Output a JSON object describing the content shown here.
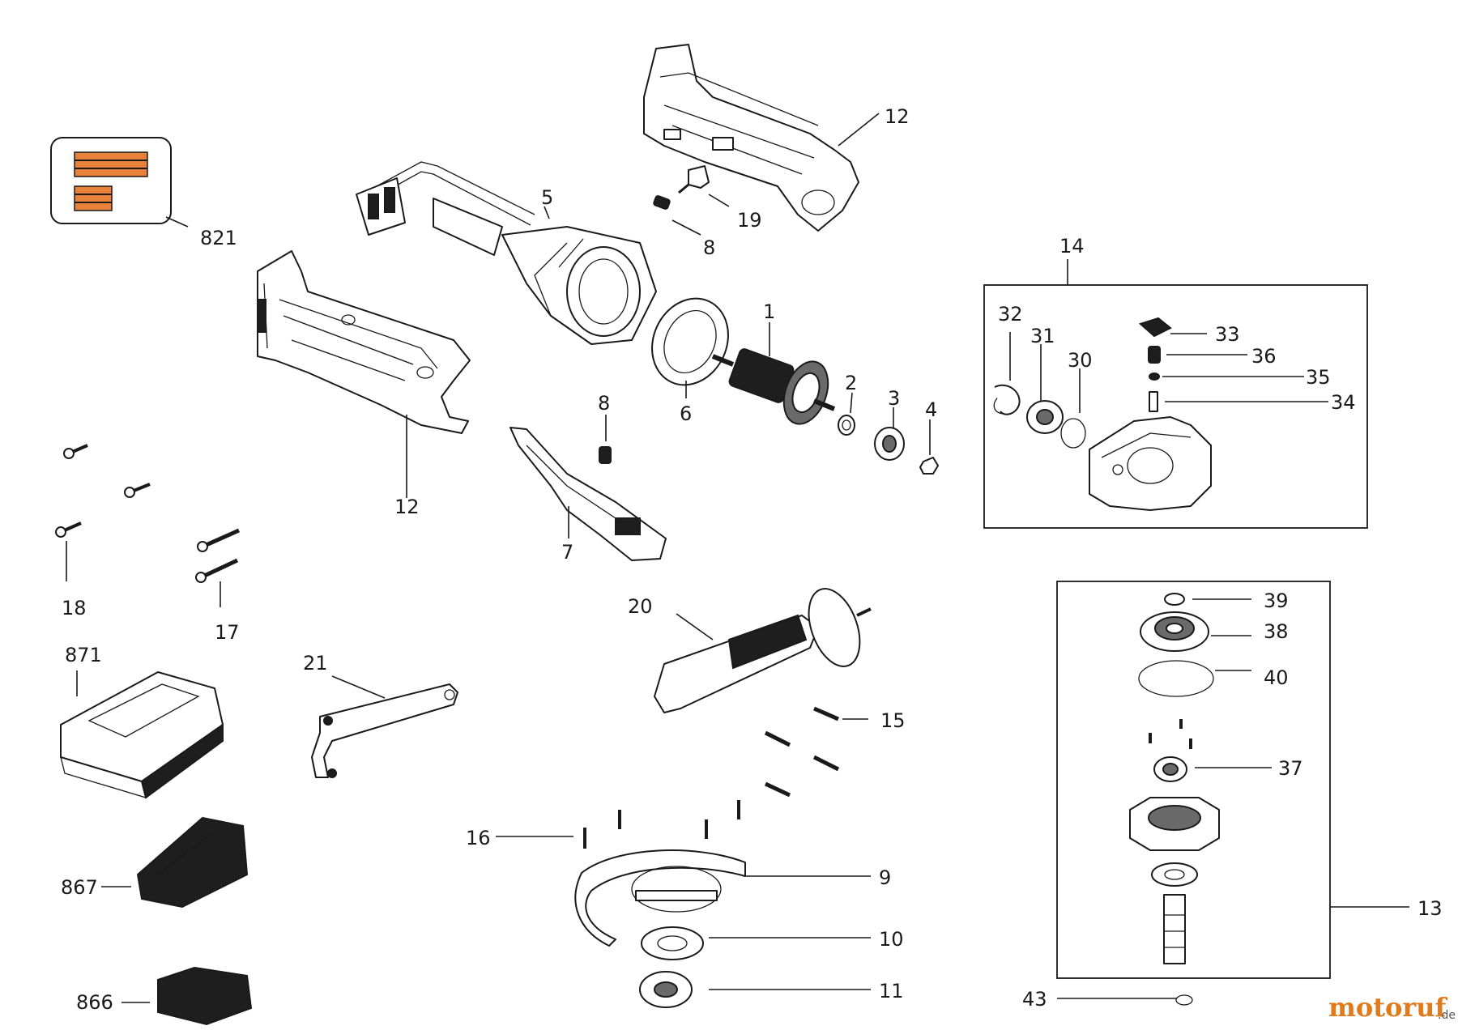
{
  "diagram": {
    "callouts": {
      "c1": "1",
      "c2": "2",
      "c3": "3",
      "c4": "4",
      "c5": "5",
      "c6": "6",
      "c7": "7",
      "c8a": "8",
      "c8b": "8",
      "c9": "9",
      "c10": "10",
      "c11": "11",
      "c12a": "12",
      "c12b": "12",
      "c13": "13",
      "c14": "14",
      "c15": "15",
      "c16": "16",
      "c17": "17",
      "c18": "18",
      "c19": "19",
      "c20": "20",
      "c21": "21",
      "c30": "30",
      "c31": "31",
      "c32": "32",
      "c33": "33",
      "c34": "34",
      "c35": "35",
      "c36": "36",
      "c37": "37",
      "c38": "38",
      "c39": "39",
      "c40": "40",
      "c43": "43",
      "c821": "821",
      "c866": "866",
      "c867": "867",
      "c871": "871"
    },
    "watermark": {
      "brand": "motoruf",
      "tld": ".de"
    },
    "label_colors": {
      "stripe": "#e8823a",
      "dark": "#1e1e1e"
    }
  }
}
